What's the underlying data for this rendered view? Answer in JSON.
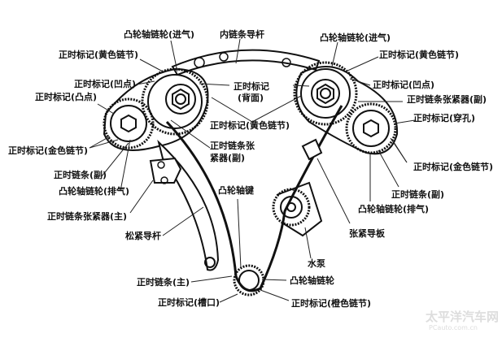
{
  "labels": {
    "camshaft_sprocket_intake_left": "凸轮轴链轮(进气)",
    "inner_chain_guide": "内链条导杆",
    "camshaft_sprocket_intake_right": "凸轮轴链轮(进气)",
    "mark_yellow_link_left": "正时标记(黄色链节)",
    "mark_yellow_link_right": "正时标记(黄色链节)",
    "mark_recess_left": "正时标记(凹点)",
    "mark_back_line1": "正时标记",
    "mark_back_line2": "(背面)",
    "mark_recess_right": "正时标记(凹点)",
    "mark_bump_left": "正时标记(凸点)",
    "tensioner_sub_right": "正时链条张紧器(副)",
    "mark_yellow_link_center": "正时标记(黄色链节)",
    "mark_hole_right": "正时标记(穿孔)",
    "mark_gold_link_left": "正时标记(金色链节)",
    "tensioner_sub_center_line1": "正时链条张",
    "tensioner_sub_center_line2": "紧器(副)",
    "mark_gold_link_right": "正时标记(金色链节)",
    "chain_sub_left": "正时链条(副)",
    "camshaft_sprocket_exhaust_left": "凸轮轴链轮(排气)",
    "camshaft_key": "凸轮轴键",
    "chain_sub_right": "正时链条(副)",
    "camshaft_sprocket_exhaust_right": "凸轮轴链轮(排气)",
    "tensioner_main": "正时链条张紧器(主)",
    "tension_guide_plate": "张紧导板",
    "slack_guide": "松紧导杆",
    "water_pump": "水泵",
    "chain_main": "正时链条(主)",
    "crank_sprocket": "凸轮轴链轮",
    "mark_notch": "正时标记(槽口)",
    "mark_orange_link": "正时标记(橙色链节)"
  },
  "watermark": {
    "line1": "太平洋汽车网",
    "line2": "PCauto.com.cn"
  }
}
